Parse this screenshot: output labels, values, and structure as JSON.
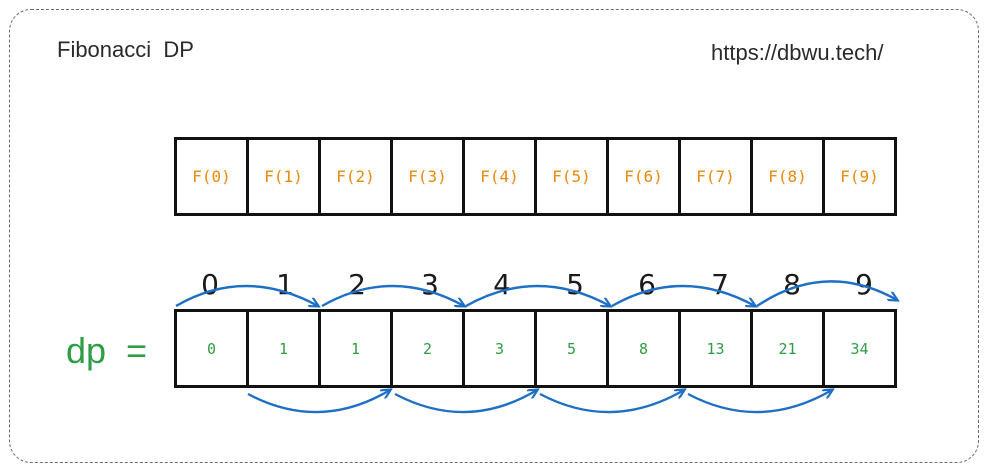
{
  "header": {
    "title": "Fibonacci  DP",
    "url": "https://dbwu.tech/"
  },
  "f_row": {
    "cells": [
      "F(0)",
      "F(1)",
      "F(2)",
      "F(3)",
      "F(4)",
      "F(5)",
      "F(6)",
      "F(7)",
      "F(8)",
      "F(9)"
    ]
  },
  "indices": [
    "0",
    "1",
    "2",
    "3",
    "4",
    "5",
    "6",
    "7",
    "8",
    "9"
  ],
  "dp_row": {
    "label": "dp  =",
    "values": [
      "0",
      "1",
      "1",
      "2",
      "3",
      "5",
      "8",
      "13",
      "21",
      "34"
    ]
  },
  "colors": {
    "f_text": "#e88a0c",
    "dp_text": "#2e9d46",
    "arrow": "#1f6fc5",
    "border": "#111111"
  }
}
